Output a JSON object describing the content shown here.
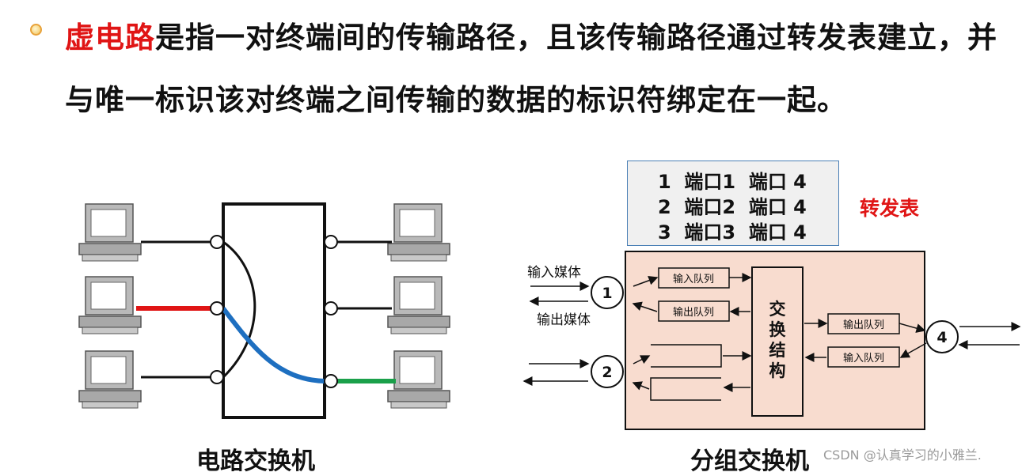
{
  "paragraph": {
    "term": "虚电路",
    "rest": "是指一对终端间的传输路径，且该传输路径通过转发表建立，并与唯一标识该对终端之间传输的数据的标识符绑定在一起。"
  },
  "captions": {
    "circuit_switch": "电路交换机",
    "packet_switch": "分组交换机"
  },
  "forwarding_table": {
    "label": "转发表",
    "rows": [
      "1  端口1  端口 4",
      "2  端口2  端口 4",
      "3  端口3  端口 4"
    ]
  },
  "packet_switch": {
    "input_media": "输入媒体",
    "output_media": "输出媒体",
    "input_queue": "输入队列",
    "output_queue": "输出队列",
    "fabric": [
      "交",
      "换",
      "结",
      "构"
    ],
    "ports": [
      "1",
      "2",
      "4"
    ]
  },
  "watermark": "CSDN @认真学习的小雅兰.",
  "colors": {
    "term": "#e01515",
    "red_link": "#e01515",
    "blue_link": "#1e6fc0",
    "green_link": "#1aa04a",
    "switch_fill": "#f8dccf"
  }
}
